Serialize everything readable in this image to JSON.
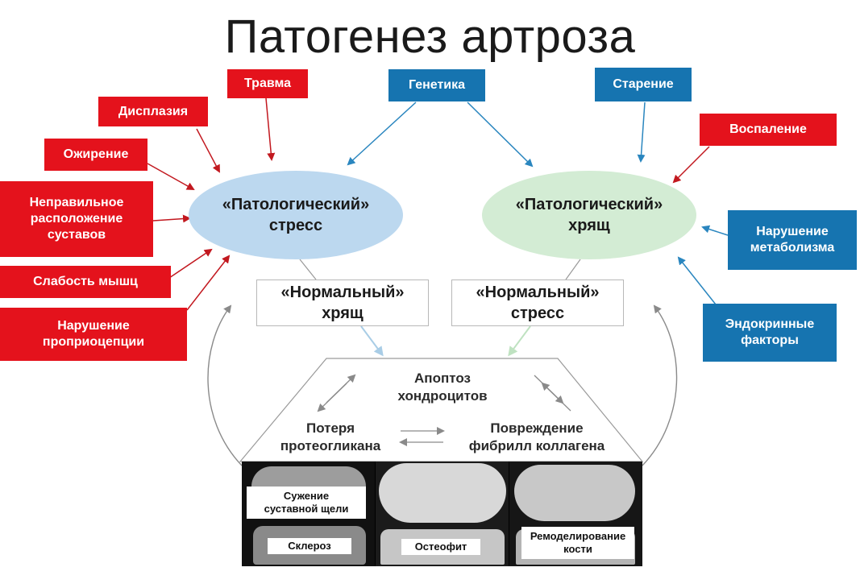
{
  "title": "Патогенез артроза",
  "risk_factors_red": {
    "trauma": "Травма",
    "dysplasia": "Дисплазия",
    "obesity": "Ожирение",
    "malposition": "Неправильное\nрасположение\nсуставов",
    "muscle_weakness": "Слабость мышц",
    "proprioception": "Нарушение\nпроприоцепции",
    "inflammation": "Воспаление"
  },
  "risk_factors_blue": {
    "genetics": "Генетика",
    "aging": "Старение",
    "metabolism": "Нарушение\nметаболизма",
    "endocrine": "Эндокринные\nфакторы"
  },
  "central": {
    "path_stress": "«Патологический»\nстресс",
    "path_cartilage": "«Патологический»\nхрящ",
    "normal_cartilage": "«Нормальный»\nхрящ",
    "normal_stress": "«Нормальный»\nстресс"
  },
  "process": {
    "apoptosis": "Апоптоз\nхондроцитов",
    "proteoglycan": "Потеря\nпротеогликана",
    "collagen": "Повреждение\nфибрилл коллагена"
  },
  "xray_labels": {
    "narrowing": "Сужение\nсуставной щели",
    "sclerosis": "Склероз",
    "osteophyte": "Остеофит",
    "remodeling": "Ремоделирование\nкости"
  },
  "colors": {
    "red": "#e4121c",
    "blue": "#1674b0",
    "stress_ellipse": "#bcd8ef",
    "cartilage_ellipse": "#d3ecd4"
  }
}
